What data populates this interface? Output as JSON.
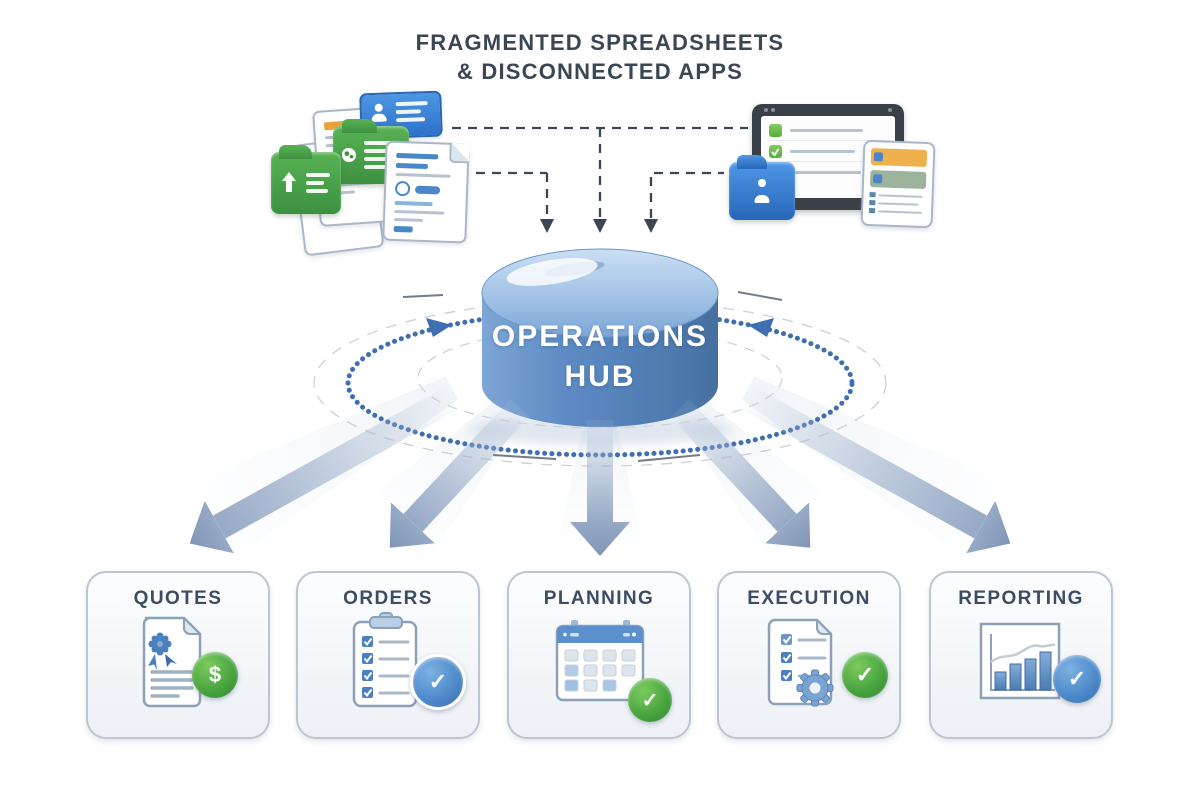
{
  "title": {
    "line1": "FRAGMENTED SPREADSHEETS",
    "line2": "& DISCONNECTED APPS"
  },
  "hub": {
    "line1": "OPERATIONS",
    "line2": "HUB"
  },
  "cards": [
    {
      "label": "QUOTES",
      "icon": "quote-document-icon",
      "badge_glyph": "$",
      "badge_style": "green"
    },
    {
      "label": "ORDERS",
      "icon": "order-checklist-icon",
      "badge_glyph": "✓",
      "badge_style": "blue"
    },
    {
      "label": "PLANNING",
      "icon": "calendar-icon",
      "badge_glyph": "✓",
      "badge_style": "green"
    },
    {
      "label": "EXECUTION",
      "icon": "task-gear-icon",
      "badge_glyph": "✓",
      "badge_style": "green"
    },
    {
      "label": "REPORTING",
      "icon": "bar-chart-icon",
      "badge_glyph": "✓",
      "badge_style": "blue"
    }
  ],
  "source_icons": [
    "document-stack-icon",
    "green-folder-upload-icon",
    "green-folder-document-icon",
    "blue-contact-card-icon",
    "blue-annotated-document-icon",
    "tablet-checklist-icon",
    "status-panel-icon",
    "blue-person-folder-icon"
  ],
  "colors": {
    "title_text": "#3b4654",
    "card_label": "#3e4c63",
    "hub_body": "#5b88c2",
    "hub_top": "#aecbea",
    "ring_blue": "#3f6fb2",
    "connector": "#3c4654",
    "arrow": "#8da0be",
    "green": "#44a13c",
    "badge_blue": "#4a86c8",
    "orange": "#f0b04b"
  }
}
